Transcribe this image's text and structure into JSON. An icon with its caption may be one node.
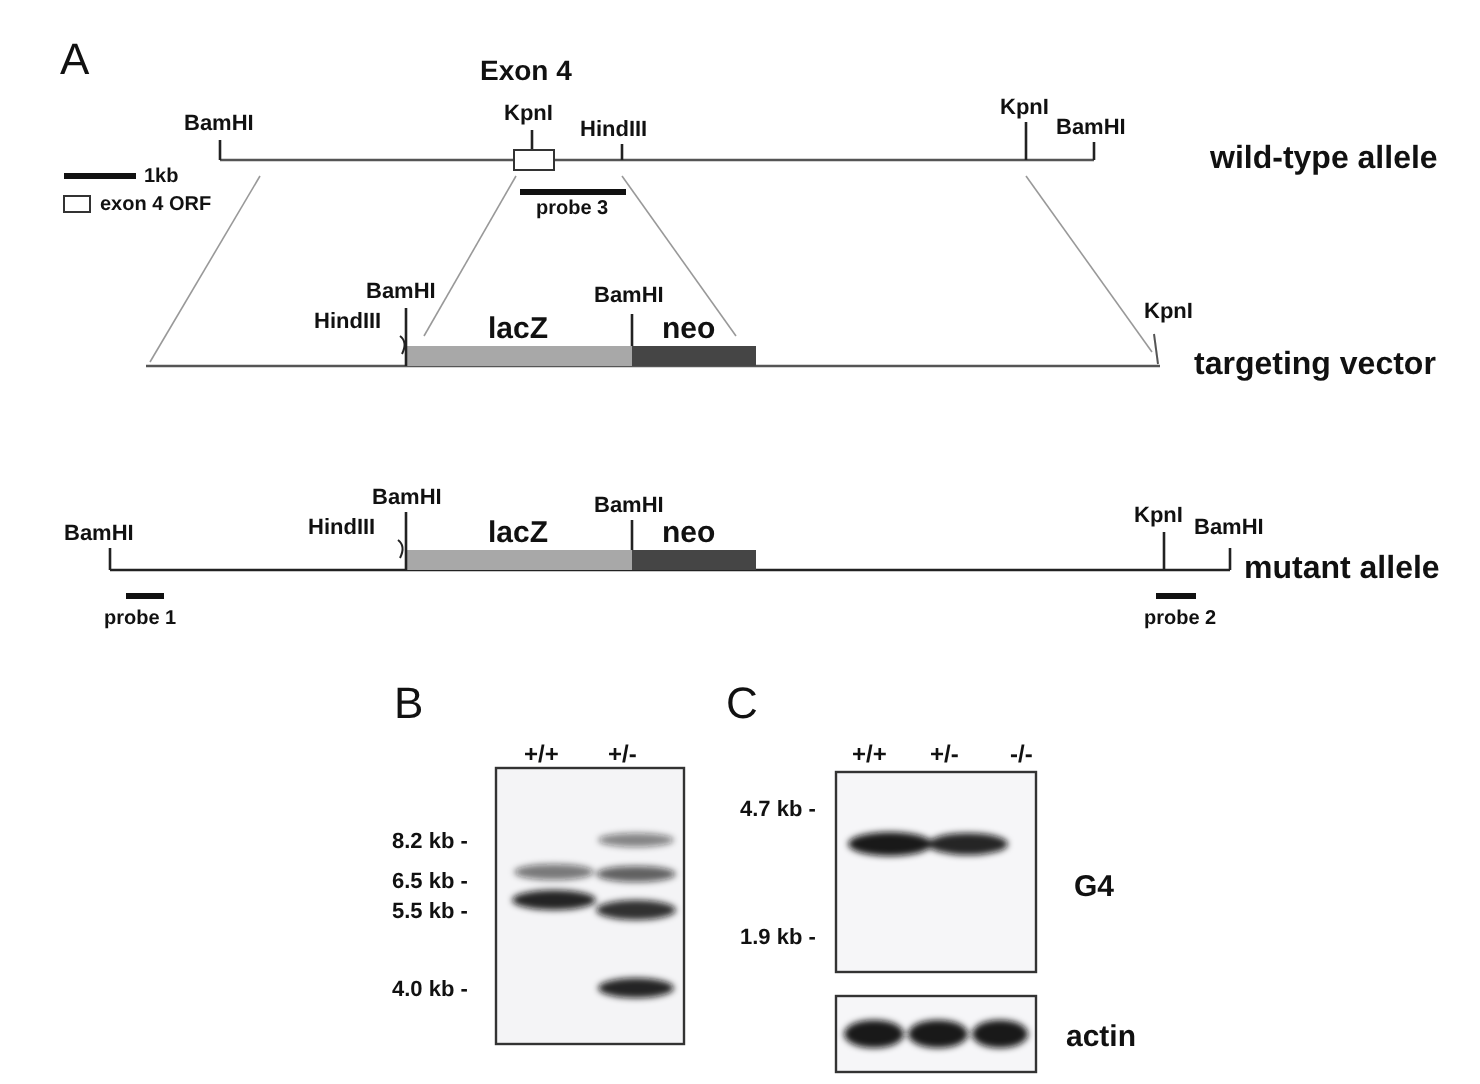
{
  "diagram": {
    "labels": [
      "A",
      "Exon 4",
      "BamHI",
      "KpnI",
      "HindIII",
      "KpnI",
      "BamHI",
      "wild-type allele",
      "1kb",
      "probe 3",
      "BamHI",
      "HindIII",
      "BamHI",
      "lacZ",
      "neo",
      "KpnI",
      "targeting vector",
      "BamHI",
      "BamHI",
      "BamHI",
      "HindIII",
      "lacZ",
      "neo",
      "KpnI",
      "BamHI",
      "mutant allele",
      "probe 1",
      "probe 2",
      "B",
      "C",
      "+/+",
      "+/-",
      "+/+",
      "+/-",
      "-/-",
      "4.7 kb -",
      "8.2 kb -",
      "6.5 kb -",
      "G4",
      "5.5 kb -",
      "1.9 kb -",
      "4.0 kb -",
      "actin"
    ],
    "legend": [
      {
        "text": "exon 4 ORF"
      }
    ]
  }
}
